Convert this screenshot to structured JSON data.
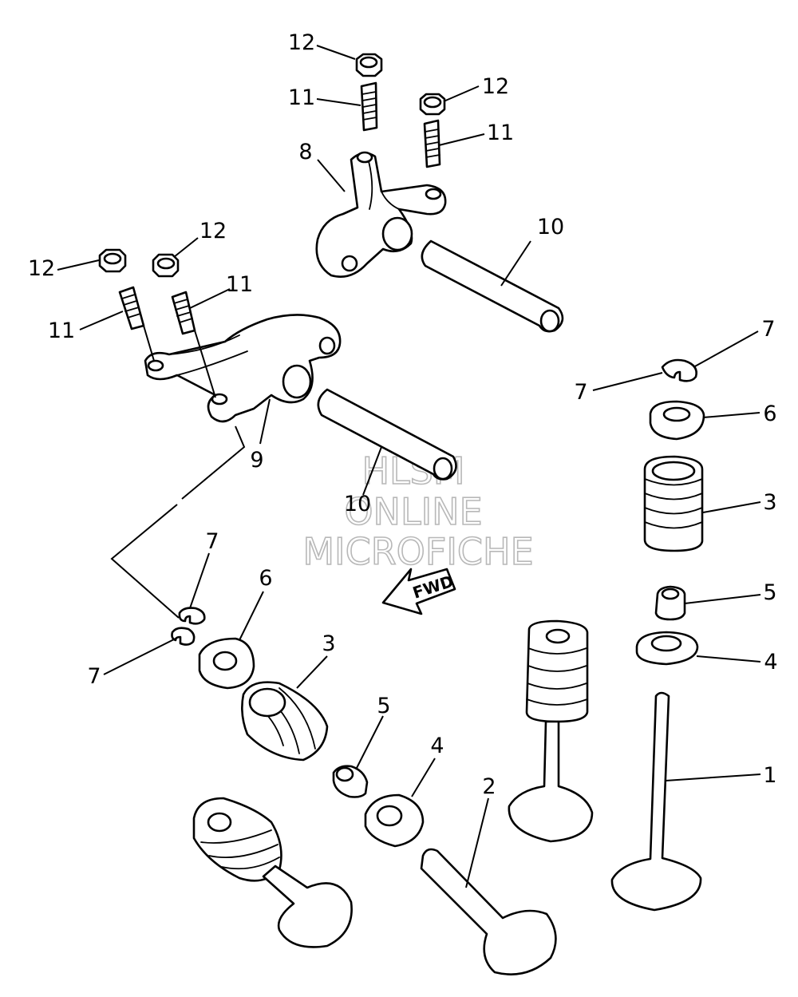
{
  "callouts": [
    {
      "label": "12"
    },
    {
      "label": "11"
    },
    {
      "label": "12"
    },
    {
      "label": "11"
    },
    {
      "label": "8"
    },
    {
      "label": "10"
    },
    {
      "label": "12"
    },
    {
      "label": "12"
    },
    {
      "label": "11"
    },
    {
      "label": "11"
    },
    {
      "label": "9"
    },
    {
      "label": "10"
    },
    {
      "label": "7"
    },
    {
      "label": "7"
    },
    {
      "label": "6"
    },
    {
      "label": "3"
    },
    {
      "label": "5"
    },
    {
      "label": "4"
    },
    {
      "label": "1"
    },
    {
      "label": "7"
    },
    {
      "label": "7"
    },
    {
      "label": "6"
    },
    {
      "label": "3"
    },
    {
      "label": "5"
    },
    {
      "label": "4"
    },
    {
      "label": "2"
    }
  ],
  "watermark": {
    "line1": "HLSM",
    "line2": "ONLINE",
    "line3": "MICROFICHE"
  },
  "direction_arrow": {
    "label": "FWD"
  }
}
